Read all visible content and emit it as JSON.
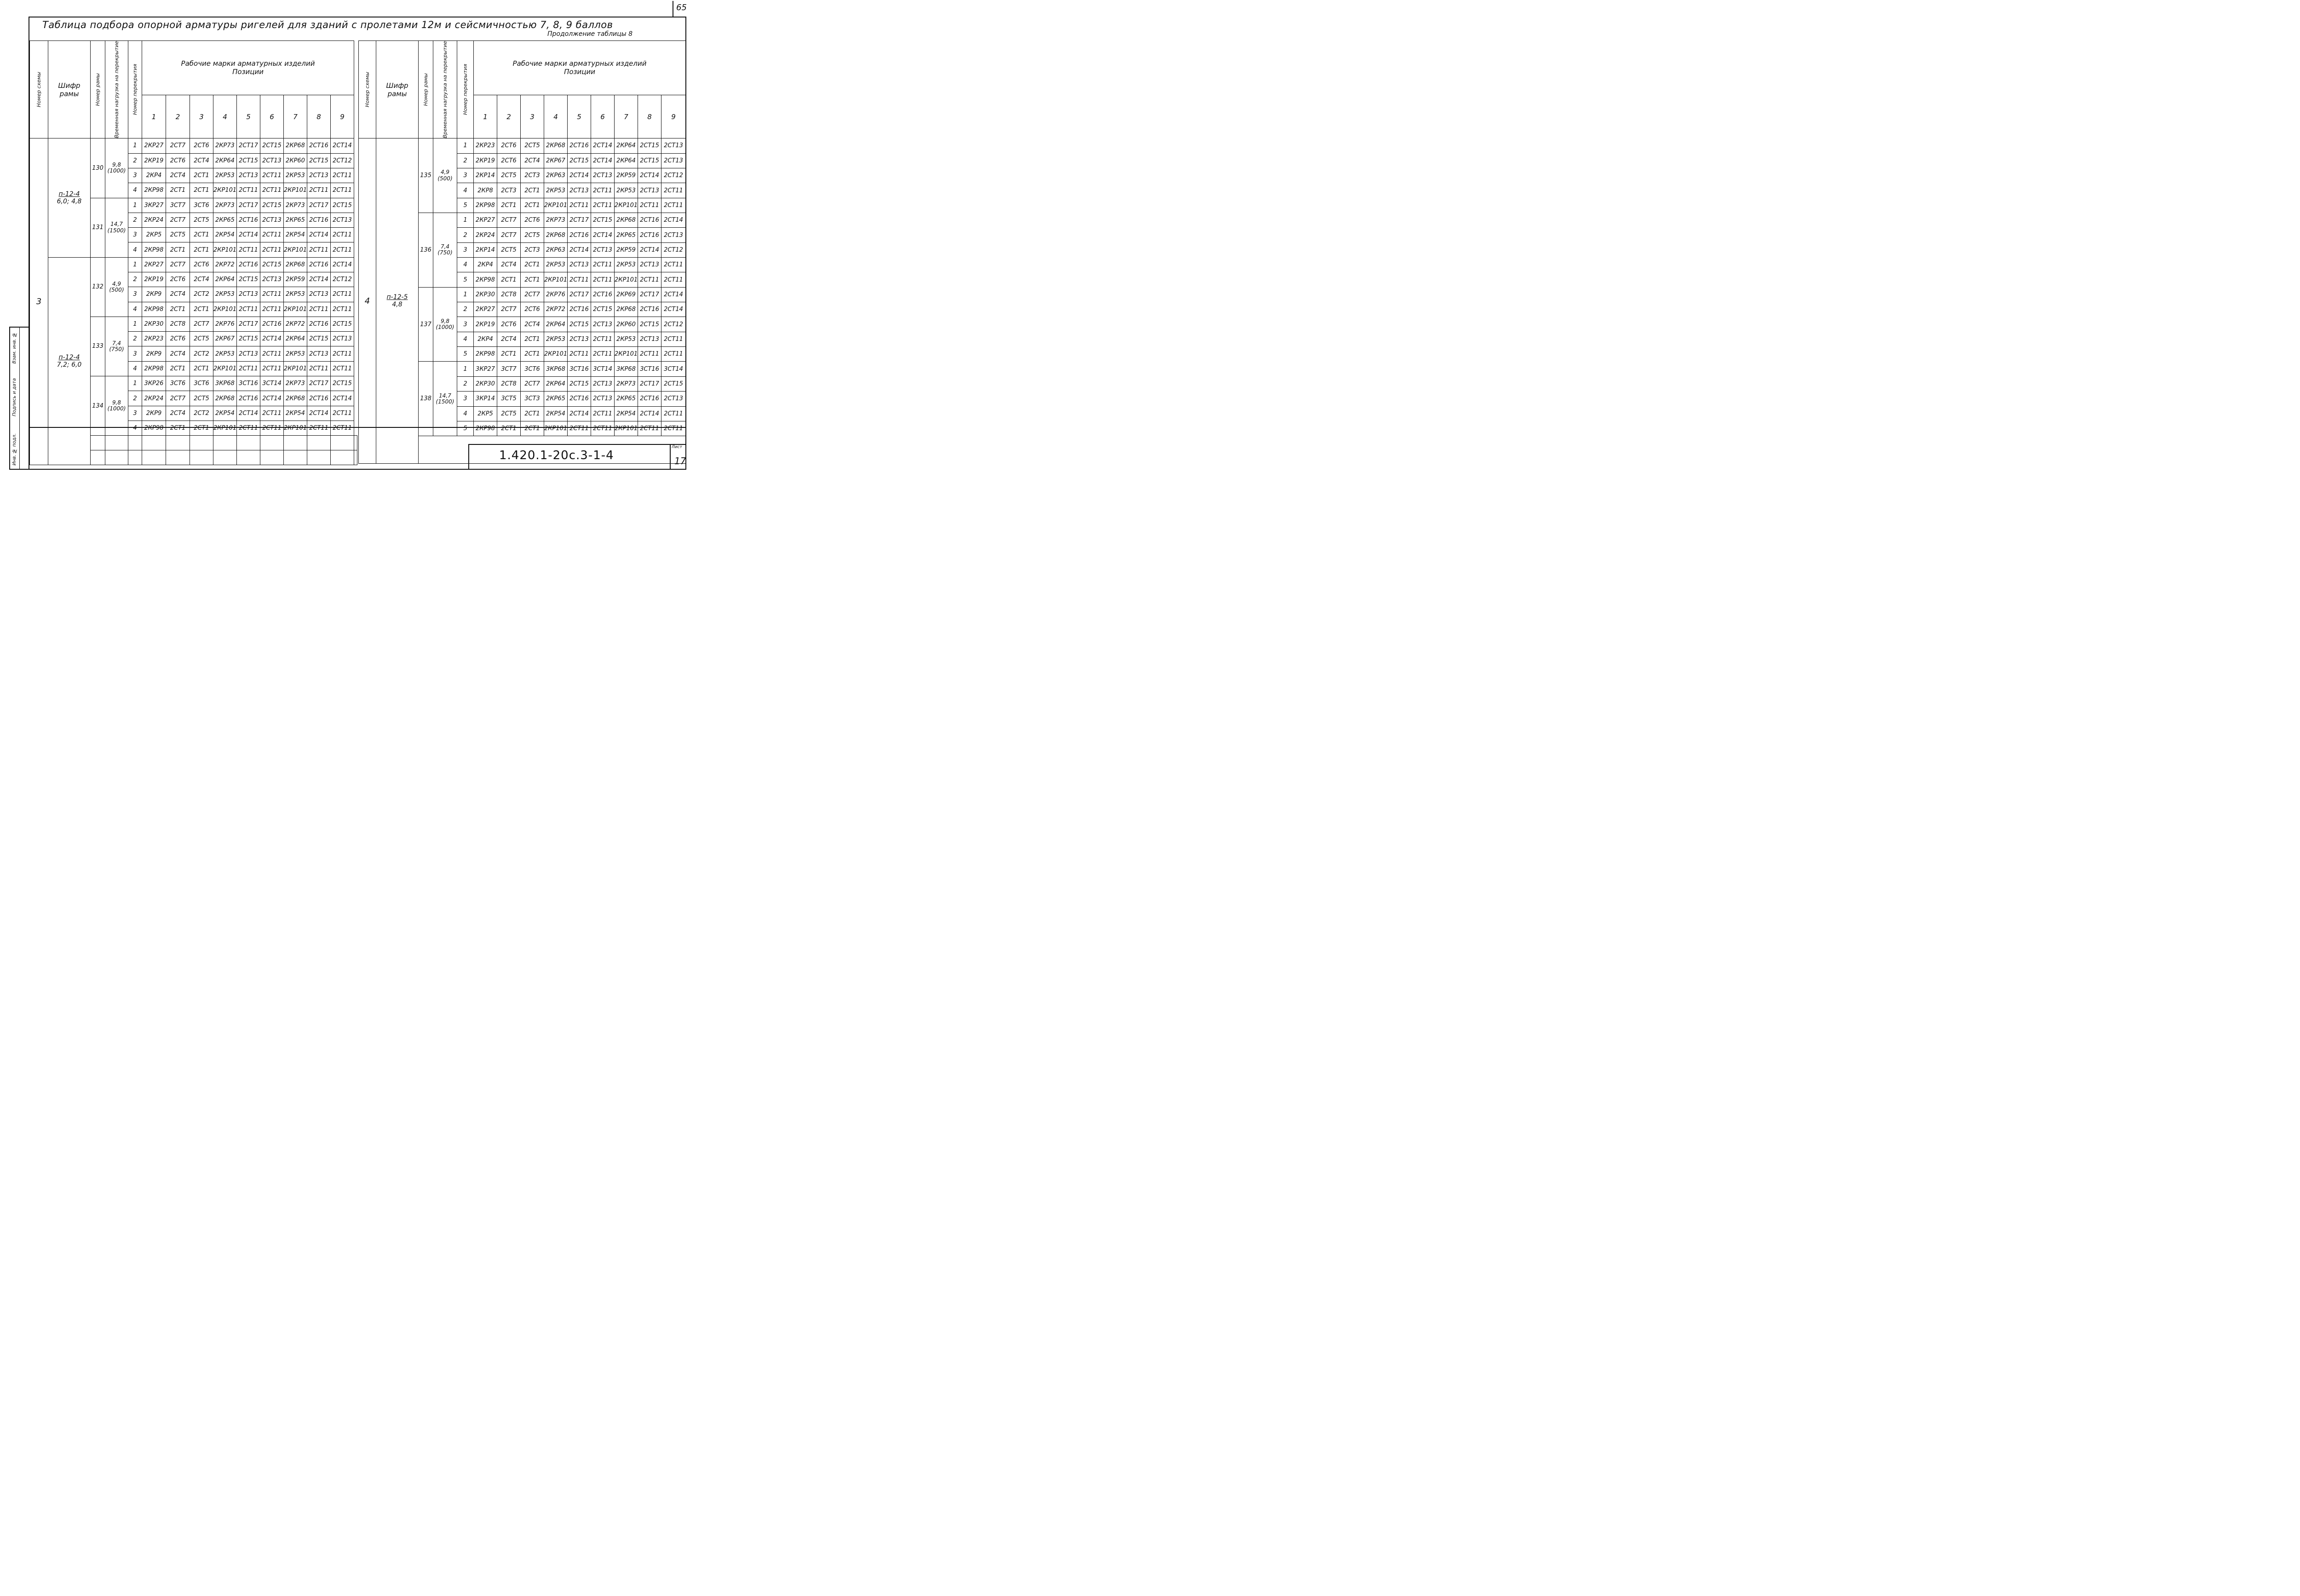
{
  "page_number": "65",
  "title": "Таблица подбора опорной арматуры ригелей для зданий с пролетами 12м и сейсмичностью 7, 8, 9 баллов",
  "subtitle": "Продолжение таблицы 8",
  "headers": {
    "schema_no": "Номер схемы",
    "frame_code_line1": "Шифр",
    "frame_code_line2": "рамы",
    "frame_no": "Номер рамы",
    "temp_load": "Временная нагрузка на перекрытие",
    "floor_no": "Номер перекрытия",
    "working_marks": "Рабочие марки арматурных изделий",
    "positions": "Позиции",
    "cols": [
      "1",
      "2",
      "3",
      "4",
      "5",
      "6",
      "7",
      "8",
      "9"
    ]
  },
  "left": {
    "schema": "3",
    "groups": [
      {
        "code_a": "п-12-4",
        "code_b": "6,0; 4,8",
        "frames": [
          {
            "frame": "130",
            "load": "9,8",
            "load_b": "(1000)",
            "rows": [
              [
                "1",
                "2КР27",
                "2СТ7",
                "2СТ6",
                "2КР73",
                "2СТ17",
                "2СТ15",
                "2КР68",
                "2СТ16",
                "2СТ14"
              ],
              [
                "2",
                "2КР19",
                "2СТ6",
                "2СТ4",
                "2КР64",
                "2СТ15",
                "2СТ13",
                "2КР60",
                "2СТ15",
                "2СТ12"
              ],
              [
                "3",
                "2КР4",
                "2СТ4",
                "2СТ1",
                "2КР53",
                "2СТ13",
                "2СТ11",
                "2КР53",
                "2СТ13",
                "2СТ11"
              ],
              [
                "4",
                "2КР98",
                "2СТ1",
                "2СТ1",
                "2КР101",
                "2СТ11",
                "2СТ11",
                "2КР101",
                "2СТ11",
                "2СТ11"
              ]
            ]
          },
          {
            "frame": "131",
            "load": "14,7",
            "load_b": "(1500)",
            "rows": [
              [
                "1",
                "3КР27",
                "3СТ7",
                "3СТ6",
                "2КР73",
                "2СТ17",
                "2СТ15",
                "2КР73",
                "2СТ17",
                "2СТ15"
              ],
              [
                "2",
                "2КР24",
                "2СТ7",
                "2СТ5",
                "2КР65",
                "2СТ16",
                "2СТ13",
                "2КР65",
                "2СТ16",
                "2СТ13"
              ],
              [
                "3",
                "2КР5",
                "2СТ5",
                "2СТ1",
                "2КР54",
                "2СТ14",
                "2СТ11",
                "2КР54",
                "2СТ14",
                "2СТ11"
              ],
              [
                "4",
                "2КР98",
                "2СТ1",
                "2СТ1",
                "2КР101",
                "2СТ11",
                "2СТ11",
                "2КР101",
                "2СТ11",
                "2СТ11"
              ]
            ]
          }
        ]
      },
      {
        "code_a": "п-12-4",
        "code_b": "7,2; 6,0",
        "frames": [
          {
            "frame": "132",
            "load": "4,9",
            "load_b": "(500)",
            "rows": [
              [
                "1",
                "2КР27",
                "2СТ7",
                "2СТ6",
                "2КР72",
                "2СТ16",
                "2СТ15",
                "2КР68",
                "2СТ16",
                "2СТ14"
              ],
              [
                "2",
                "2КР19",
                "2СТ6",
                "2СТ4",
                "2КР64",
                "2СТ15",
                "2СТ13",
                "2КР59",
                "2СТ14",
                "2СТ12"
              ],
              [
                "3",
                "2КР9",
                "2СТ4",
                "2СТ2",
                "2КР53",
                "2СТ13",
                "2СТ11",
                "2КР53",
                "2СТ13",
                "2СТ11"
              ],
              [
                "4",
                "2КР98",
                "2СТ1",
                "2СТ1",
                "2КР101",
                "2СТ11",
                "2СТ11",
                "2КР101",
                "2СТ11",
                "2СТ11"
              ]
            ]
          },
          {
            "frame": "133",
            "load": "7,4",
            "load_b": "(750)",
            "rows": [
              [
                "1",
                "2КР30",
                "2СТ8",
                "2СТ7",
                "2КР76",
                "2СТ17",
                "2СТ16",
                "2КР72",
                "2СТ16",
                "2СТ15"
              ],
              [
                "2",
                "2КР23",
                "2СТ6",
                "2СТ5",
                "2КР67",
                "2СТ15",
                "2СТ14",
                "2КР64",
                "2СТ15",
                "2СТ13"
              ],
              [
                "3",
                "2КР9",
                "2СТ4",
                "2СТ2",
                "2КР53",
                "2СТ13",
                "2СТ11",
                "2КР53",
                "2СТ13",
                "2СТ11"
              ],
              [
                "4",
                "2КР98",
                "2СТ1",
                "2СТ1",
                "2КР101",
                "2СТ11",
                "2СТ11",
                "2КР101",
                "2СТ11",
                "2СТ11"
              ]
            ]
          },
          {
            "frame": "134",
            "load": "9,8",
            "load_b": "(1000)",
            "rows": [
              [
                "1",
                "3КР26",
                "3СТ6",
                "3СТ6",
                "3КР68",
                "3СТ16",
                "3СТ14",
                "2КР73",
                "2СТ17",
                "2СТ15"
              ],
              [
                "2",
                "2КР24",
                "2СТ7",
                "2СТ5",
                "2КР68",
                "2СТ16",
                "2СТ14",
                "2КР68",
                "2СТ16",
                "2СТ14"
              ],
              [
                "3",
                "2КР9",
                "2СТ4",
                "2СТ2",
                "2КР54",
                "2СТ14",
                "2СТ11",
                "2КР54",
                "2СТ14",
                "2СТ11"
              ],
              [
                "4",
                "2КР98",
                "2СТ1",
                "2СТ1",
                "2КР101",
                "2СТ11",
                "2СТ11",
                "2КР101",
                "2СТ11",
                "2СТ11"
              ]
            ]
          }
        ]
      }
    ]
  },
  "right": {
    "schema": "4",
    "code_a": "п-12-5",
    "code_b": "4,8",
    "frames": [
      {
        "frame": "135",
        "load": "4,9",
        "load_b": "(500)",
        "rows": [
          [
            "1",
            "2КР23",
            "2СТ6",
            "2СТ5",
            "2КР68",
            "2СТ16",
            "2СТ14",
            "2КР64",
            "2СТ15",
            "2СТ13"
          ],
          [
            "2",
            "2КР19",
            "2СТ6",
            "2СТ4",
            "2КР67",
            "2СТ15",
            "2СТ14",
            "2КР64",
            "2СТ15",
            "2СТ13"
          ],
          [
            "3",
            "2КР14",
            "2СТ5",
            "2СТ3",
            "2КР63",
            "2СТ14",
            "2СТ13",
            "2КР59",
            "2СТ14",
            "2СТ12"
          ],
          [
            "4",
            "2КР8",
            "2СТ3",
            "2СТ1",
            "2КР53",
            "2СТ13",
            "2СТ11",
            "2КР53",
            "2СТ13",
            "2СТ11"
          ],
          [
            "5",
            "2КР98",
            "2СТ1",
            "2СТ1",
            "2КР101",
            "2СТ11",
            "2СТ11",
            "2КР101",
            "2СТ11",
            "2СТ11"
          ]
        ]
      },
      {
        "frame": "136",
        "load": "7,4",
        "load_b": "(750)",
        "rows": [
          [
            "1",
            "2КР27",
            "2СТ7",
            "2СТ6",
            "2КР73",
            "2СТ17",
            "2СТ15",
            "2КР68",
            "2СТ16",
            "2СТ14"
          ],
          [
            "2",
            "2КР24",
            "2СТ7",
            "2СТ5",
            "2КР68",
            "2СТ16",
            "2СТ14",
            "2КР65",
            "2СТ16",
            "2СТ13"
          ],
          [
            "3",
            "2КР14",
            "2СТ5",
            "2СТ3",
            "2КР63",
            "2СТ14",
            "2СТ13",
            "2КР59",
            "2СТ14",
            "2СТ12"
          ],
          [
            "4",
            "2КР4",
            "2СТ4",
            "2СТ1",
            "2КР53",
            "2СТ13",
            "2СТ11",
            "2КР53",
            "2СТ13",
            "2СТ11"
          ],
          [
            "5",
            "2КР98",
            "2СТ1",
            "2СТ1",
            "2КР101",
            "2СТ11",
            "2СТ11",
            "2КР101",
            "2СТ11",
            "2СТ11"
          ]
        ]
      },
      {
        "frame": "137",
        "load": "9,8",
        "load_b": "(1000)",
        "rows": [
          [
            "1",
            "2КР30",
            "2СТ8",
            "2СТ7",
            "2КР76",
            "2СТ17",
            "2СТ16",
            "2КР69",
            "2СТ17",
            "2СТ14"
          ],
          [
            "2",
            "2КР27",
            "2СТ7",
            "2СТ6",
            "2КР72",
            "2СТ16",
            "2СТ15",
            "2КР68",
            "2СТ16",
            "2СТ14"
          ],
          [
            "3",
            "2КР19",
            "2СТ6",
            "2СТ4",
            "2КР64",
            "2СТ15",
            "2СТ13",
            "2КР60",
            "2СТ15",
            "2СТ12"
          ],
          [
            "4",
            "2КР4",
            "2СТ4",
            "2СТ1",
            "2КР53",
            "2СТ13",
            "2СТ11",
            "2КР53",
            "2СТ13",
            "2СТ11"
          ],
          [
            "5",
            "2КР98",
            "2СТ1",
            "2СТ1",
            "2КР101",
            "2СТ11",
            "2СТ11",
            "2КР101",
            "2СТ11",
            "2СТ11"
          ]
        ]
      },
      {
        "frame": "138",
        "load": "14,7",
        "load_b": "(1500)",
        "rows": [
          [
            "1",
            "3КР27",
            "3СТ7",
            "3СТ6",
            "3КР68",
            "3СТ16",
            "3СТ14",
            "3КР68",
            "3СТ16",
            "3СТ14"
          ],
          [
            "2",
            "2КР30",
            "2СТ8",
            "2СТ7",
            "2КР64",
            "2СТ15",
            "2СТ13",
            "2КР73",
            "2СТ17",
            "2СТ15"
          ],
          [
            "3",
            "3КР14",
            "3СТ5",
            "3СТ3",
            "2КР65",
            "2СТ16",
            "2СТ13",
            "2КР65",
            "2СТ16",
            "2СТ13"
          ],
          [
            "4",
            "2КР5",
            "2СТ5",
            "2СТ1",
            "2КР54",
            "2СТ14",
            "2СТ11",
            "2КР54",
            "2СТ14",
            "2СТ11"
          ],
          [
            "5",
            "2КР98",
            "2СТ1",
            "2СТ1",
            "2КР101",
            "2СТ11",
            "2СТ11",
            "2КР101",
            "2СТ11",
            "2СТ11"
          ]
        ]
      }
    ]
  },
  "stamp": {
    "doc_code": "1.420.1-20с.3-1-4",
    "sheet_label": "Лист",
    "sheet_no": "17"
  },
  "side_labels": [
    "Взам. инв. №",
    "Подпись и дата",
    "Инв. № подл."
  ]
}
